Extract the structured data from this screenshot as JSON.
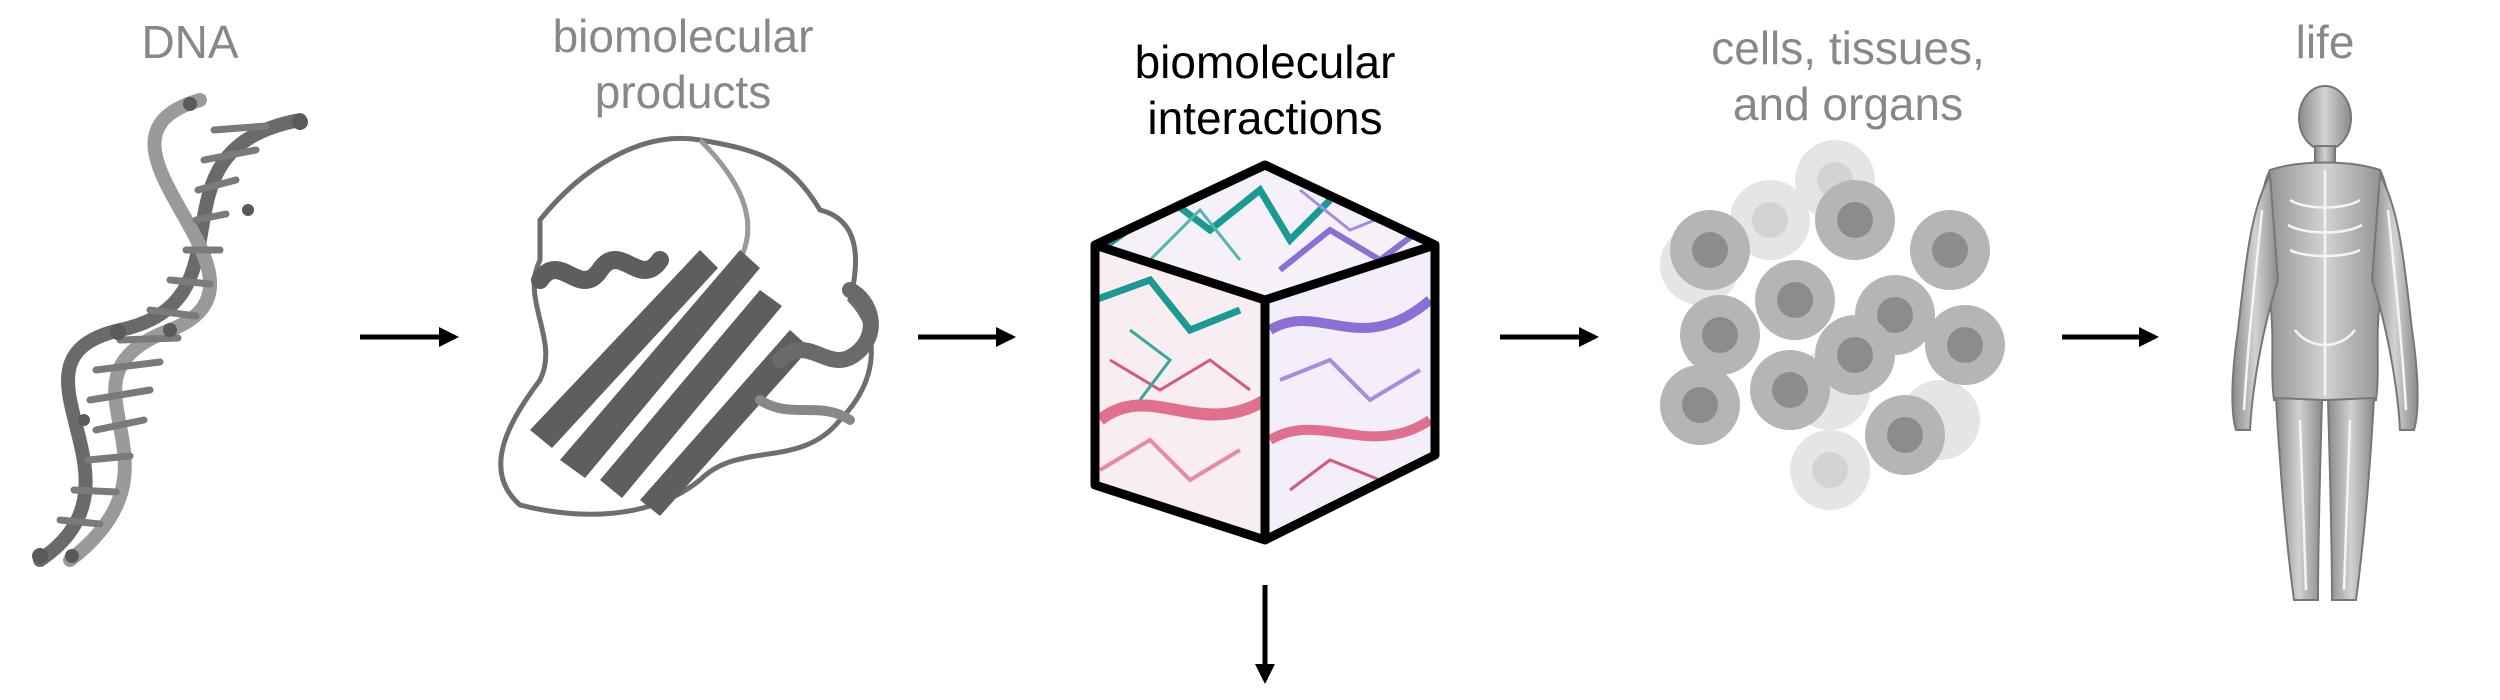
{
  "stages": [
    {
      "id": "dna",
      "lines": [
        "DNA"
      ],
      "active": false
    },
    {
      "id": "biomolecular-products",
      "lines": [
        "biomolecular",
        "products"
      ],
      "active": false
    },
    {
      "id": "biomolecular-interactions",
      "lines": [
        "biomolecular",
        "interactions"
      ],
      "active": true
    },
    {
      "id": "cells-tissues-organs",
      "lines": [
        "cells, tissues,",
        "and organs"
      ],
      "active": false
    },
    {
      "id": "life",
      "lines": [
        "life"
      ],
      "active": false
    }
  ],
  "colors": {
    "label_inactive": "#888888",
    "label_active": "#000000",
    "arrow": "#000000",
    "molecule_gray": "#5f5f5f",
    "teal": "#1a9a92",
    "purple": "#8b6fd6",
    "pink": "#e0708e",
    "cell_outer": "#b5b5b5",
    "cell_inner": "#8c8c8c"
  },
  "icons": [
    "dna-helix-icon",
    "protein-ribbon-icon",
    "interaction-cube-icon",
    "cell-cluster-icon",
    "human-body-icon"
  ]
}
